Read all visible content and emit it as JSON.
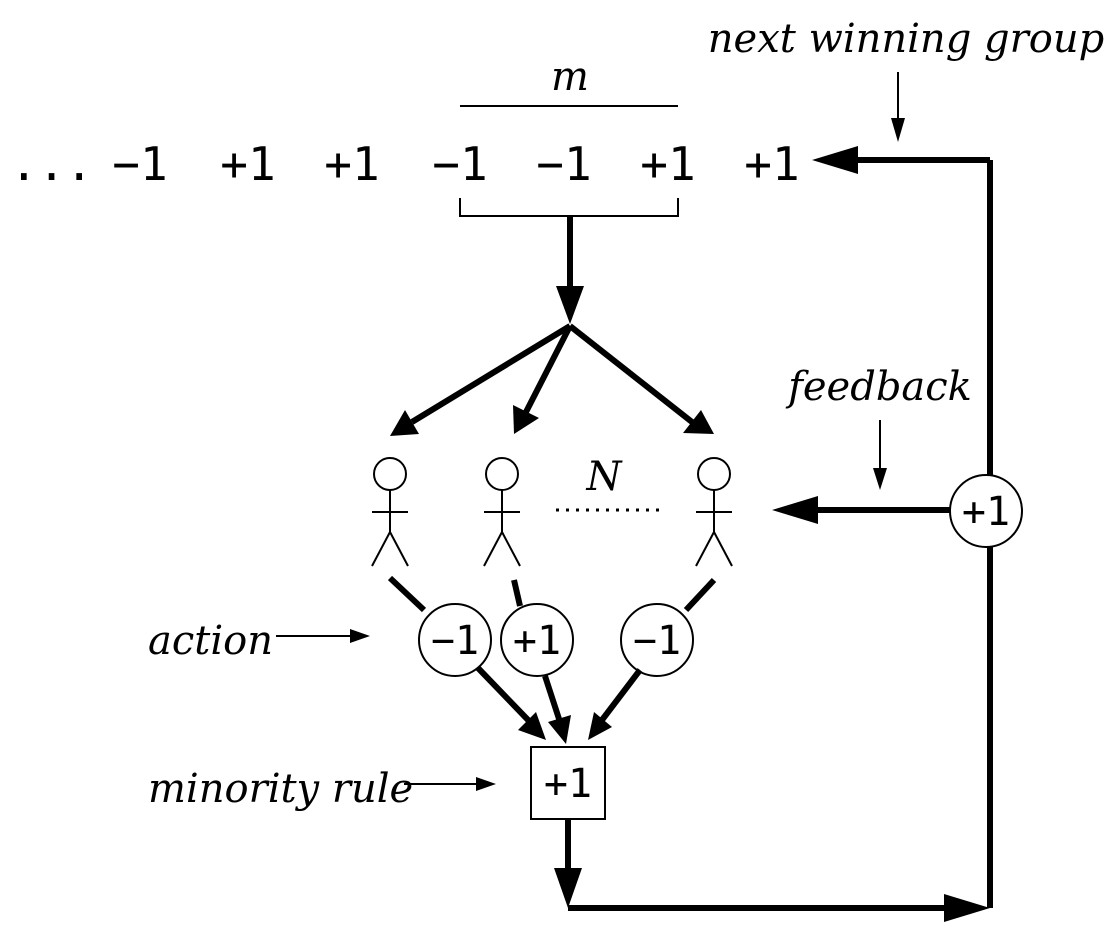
{
  "sequence": {
    "prefix": "...",
    "values": [
      "−1",
      "+1",
      "+1",
      "−1",
      "−1",
      "+1",
      "+1"
    ]
  },
  "labels": {
    "memory": "m",
    "next_winning_group": "next winning group",
    "feedback": "feedback",
    "agents_count": "N",
    "action": "action",
    "minority_rule": "minority rule"
  },
  "agents": [
    {
      "action": "−1"
    },
    {
      "action": "+1"
    },
    {
      "action": "−1"
    }
  ],
  "minority_rule_result": "+1",
  "feedback_value": "+1",
  "colors": {
    "ink": "#000000",
    "background": "#ffffff"
  }
}
